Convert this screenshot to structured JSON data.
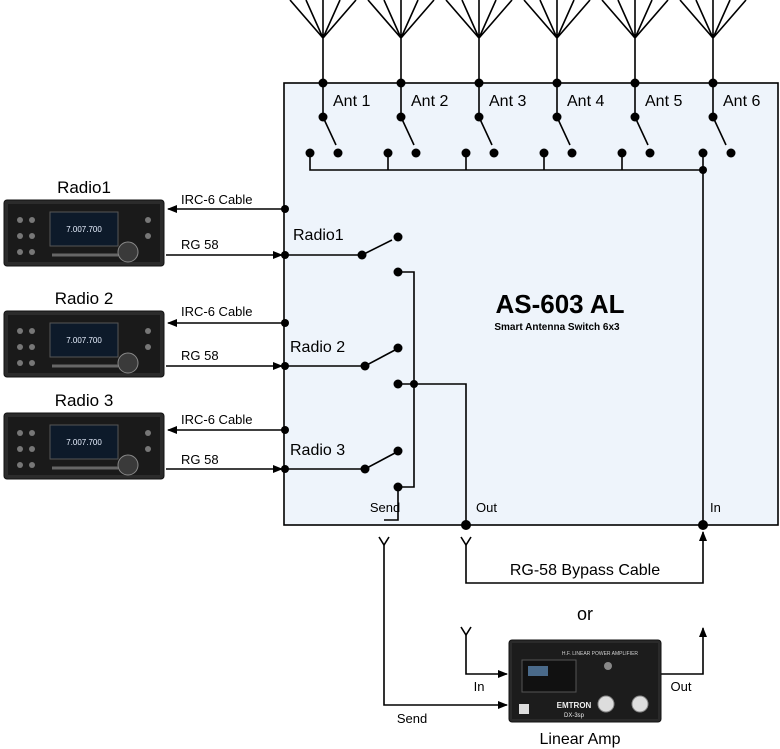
{
  "switch_box": {
    "model": "AS-603 AL",
    "subtitle": "Smart Antenna Switch 6x3",
    "fill_color": "#eef4fb",
    "ports": {
      "send": "Send",
      "out": "Out",
      "in": "In"
    }
  },
  "antennas": [
    "Ant 1",
    "Ant 2",
    "Ant 3",
    "Ant 4",
    "Ant 5",
    "Ant 6"
  ],
  "radios": [
    {
      "title": "Radio1",
      "switch_label": "Radio1",
      "control_cable": "IRC-6 Cable",
      "rf_cable": "RG 58",
      "display": "7.007.700"
    },
    {
      "title": "Radio 2",
      "switch_label": "Radio 2",
      "control_cable": "IRC-6 Cable",
      "rf_cable": "RG 58",
      "display": "7.007.700"
    },
    {
      "title": "Radio 3",
      "switch_label": "Radio 3",
      "control_cable": "IRC-6 Cable",
      "rf_cable": "RG 58",
      "display": "7.007.700"
    }
  ],
  "bypass_label": "RG-58 Bypass Cable",
  "or_label": "or",
  "amp": {
    "caption": "Linear Amp",
    "brand": "EMTRON",
    "model": "DX-3sp",
    "panel_text": "H.F. LINEAR POWER AMPLIFIER",
    "in_label": "In",
    "out_label": "Out",
    "send_label": "Send"
  }
}
